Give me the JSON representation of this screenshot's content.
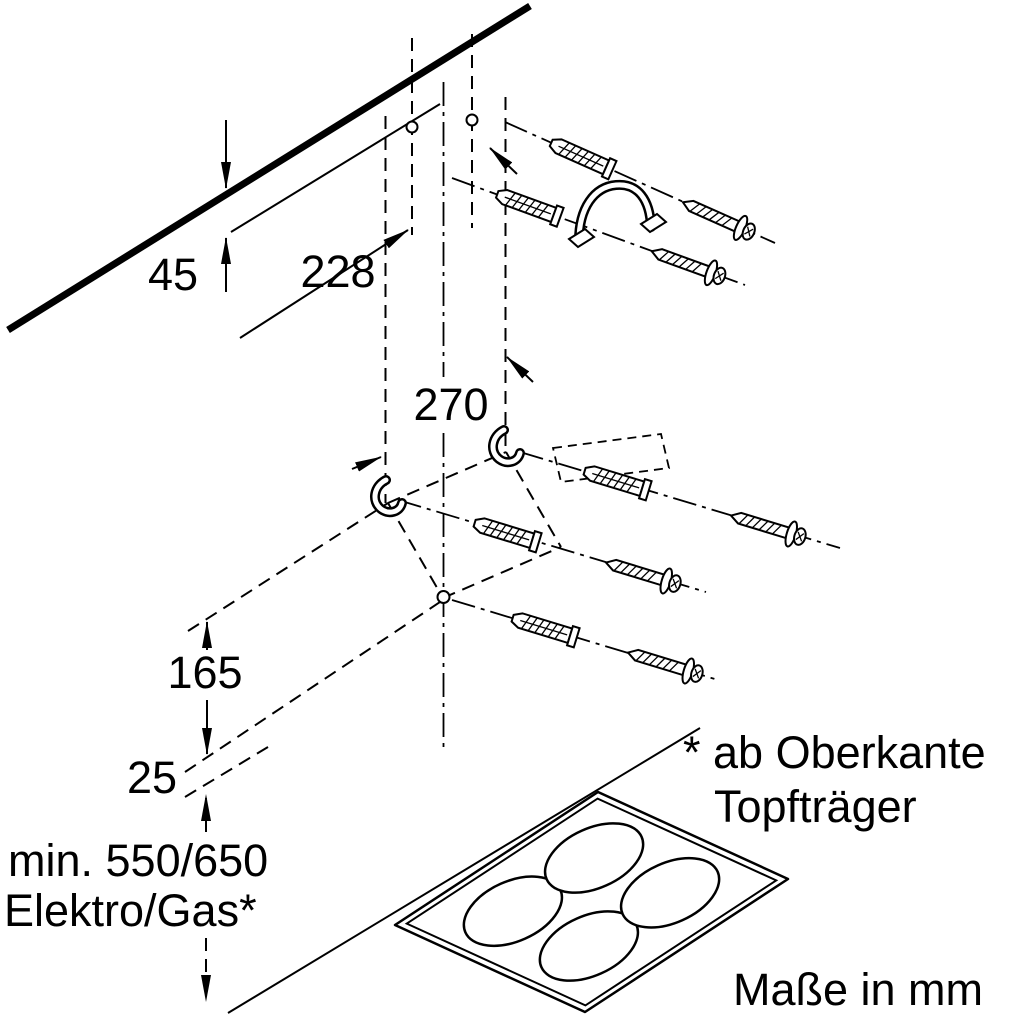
{
  "page": {
    "background_color": "#ffffff",
    "line_color": "#000000"
  },
  "dimensions": {
    "ceiling_gap": "45",
    "upper_offset": "228",
    "hook_spacing": "270",
    "lower_offset": "165",
    "edge_clearance": "25",
    "min_hob_distance": "min. 550/650",
    "min_hob_distance_qualifier": "Elektro/Gas*"
  },
  "notes": {
    "footnote_line1": "* ab Oberkante",
    "footnote_line2": "Topfträger",
    "units_note": "Maße in mm"
  }
}
